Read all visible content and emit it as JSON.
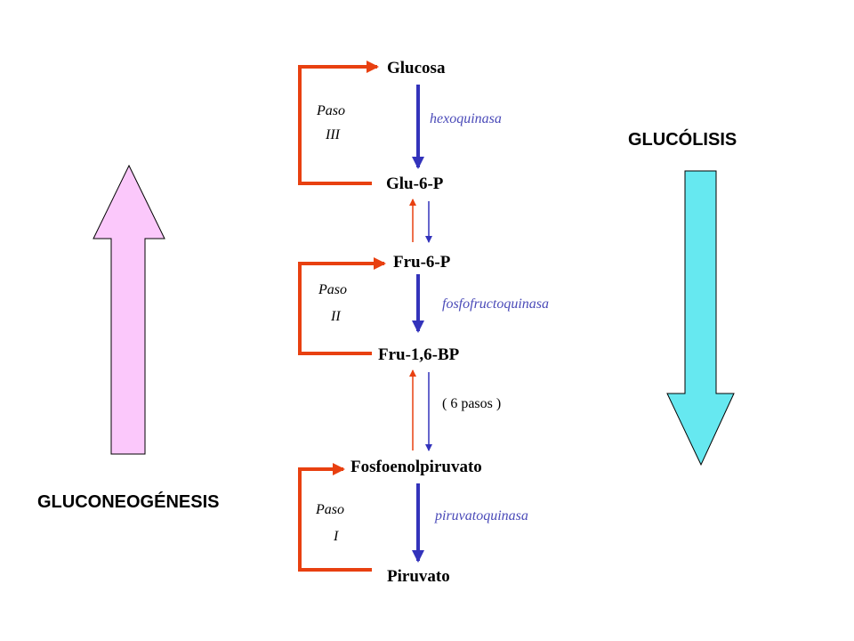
{
  "colors": {
    "forward_arrow": "#3333bb",
    "bypass_arrow": "#e84010",
    "enzyme_text": "#4a4ab8",
    "glycolysis_arrow": "#66e8f0",
    "gluconeogenesis_arrow": "#fbc8fb"
  },
  "metabolites": [
    "Glucosa",
    "Glu-6-P",
    "Fru-6-P",
    "Fru-1,6-BP",
    "Fosfoenolpiruvato",
    "Piruvato"
  ],
  "enzymes": {
    "hexokinase": "hexoquinasa",
    "pfk": "fosfofructoquinasa",
    "pyruvate_kinase": "piruvatoquinasa"
  },
  "steps_label": "( 6 pasos )",
  "pasos": {
    "iii": {
      "word": "Paso",
      "numeral": "III"
    },
    "ii": {
      "word": "Paso",
      "numeral": "II"
    },
    "i": {
      "word": "Paso",
      "numeral": "I"
    }
  },
  "pathways": {
    "glycolysis": "GLUCÓLISIS",
    "gluconeogenesis": "GLUCONEOGÉNESIS"
  }
}
